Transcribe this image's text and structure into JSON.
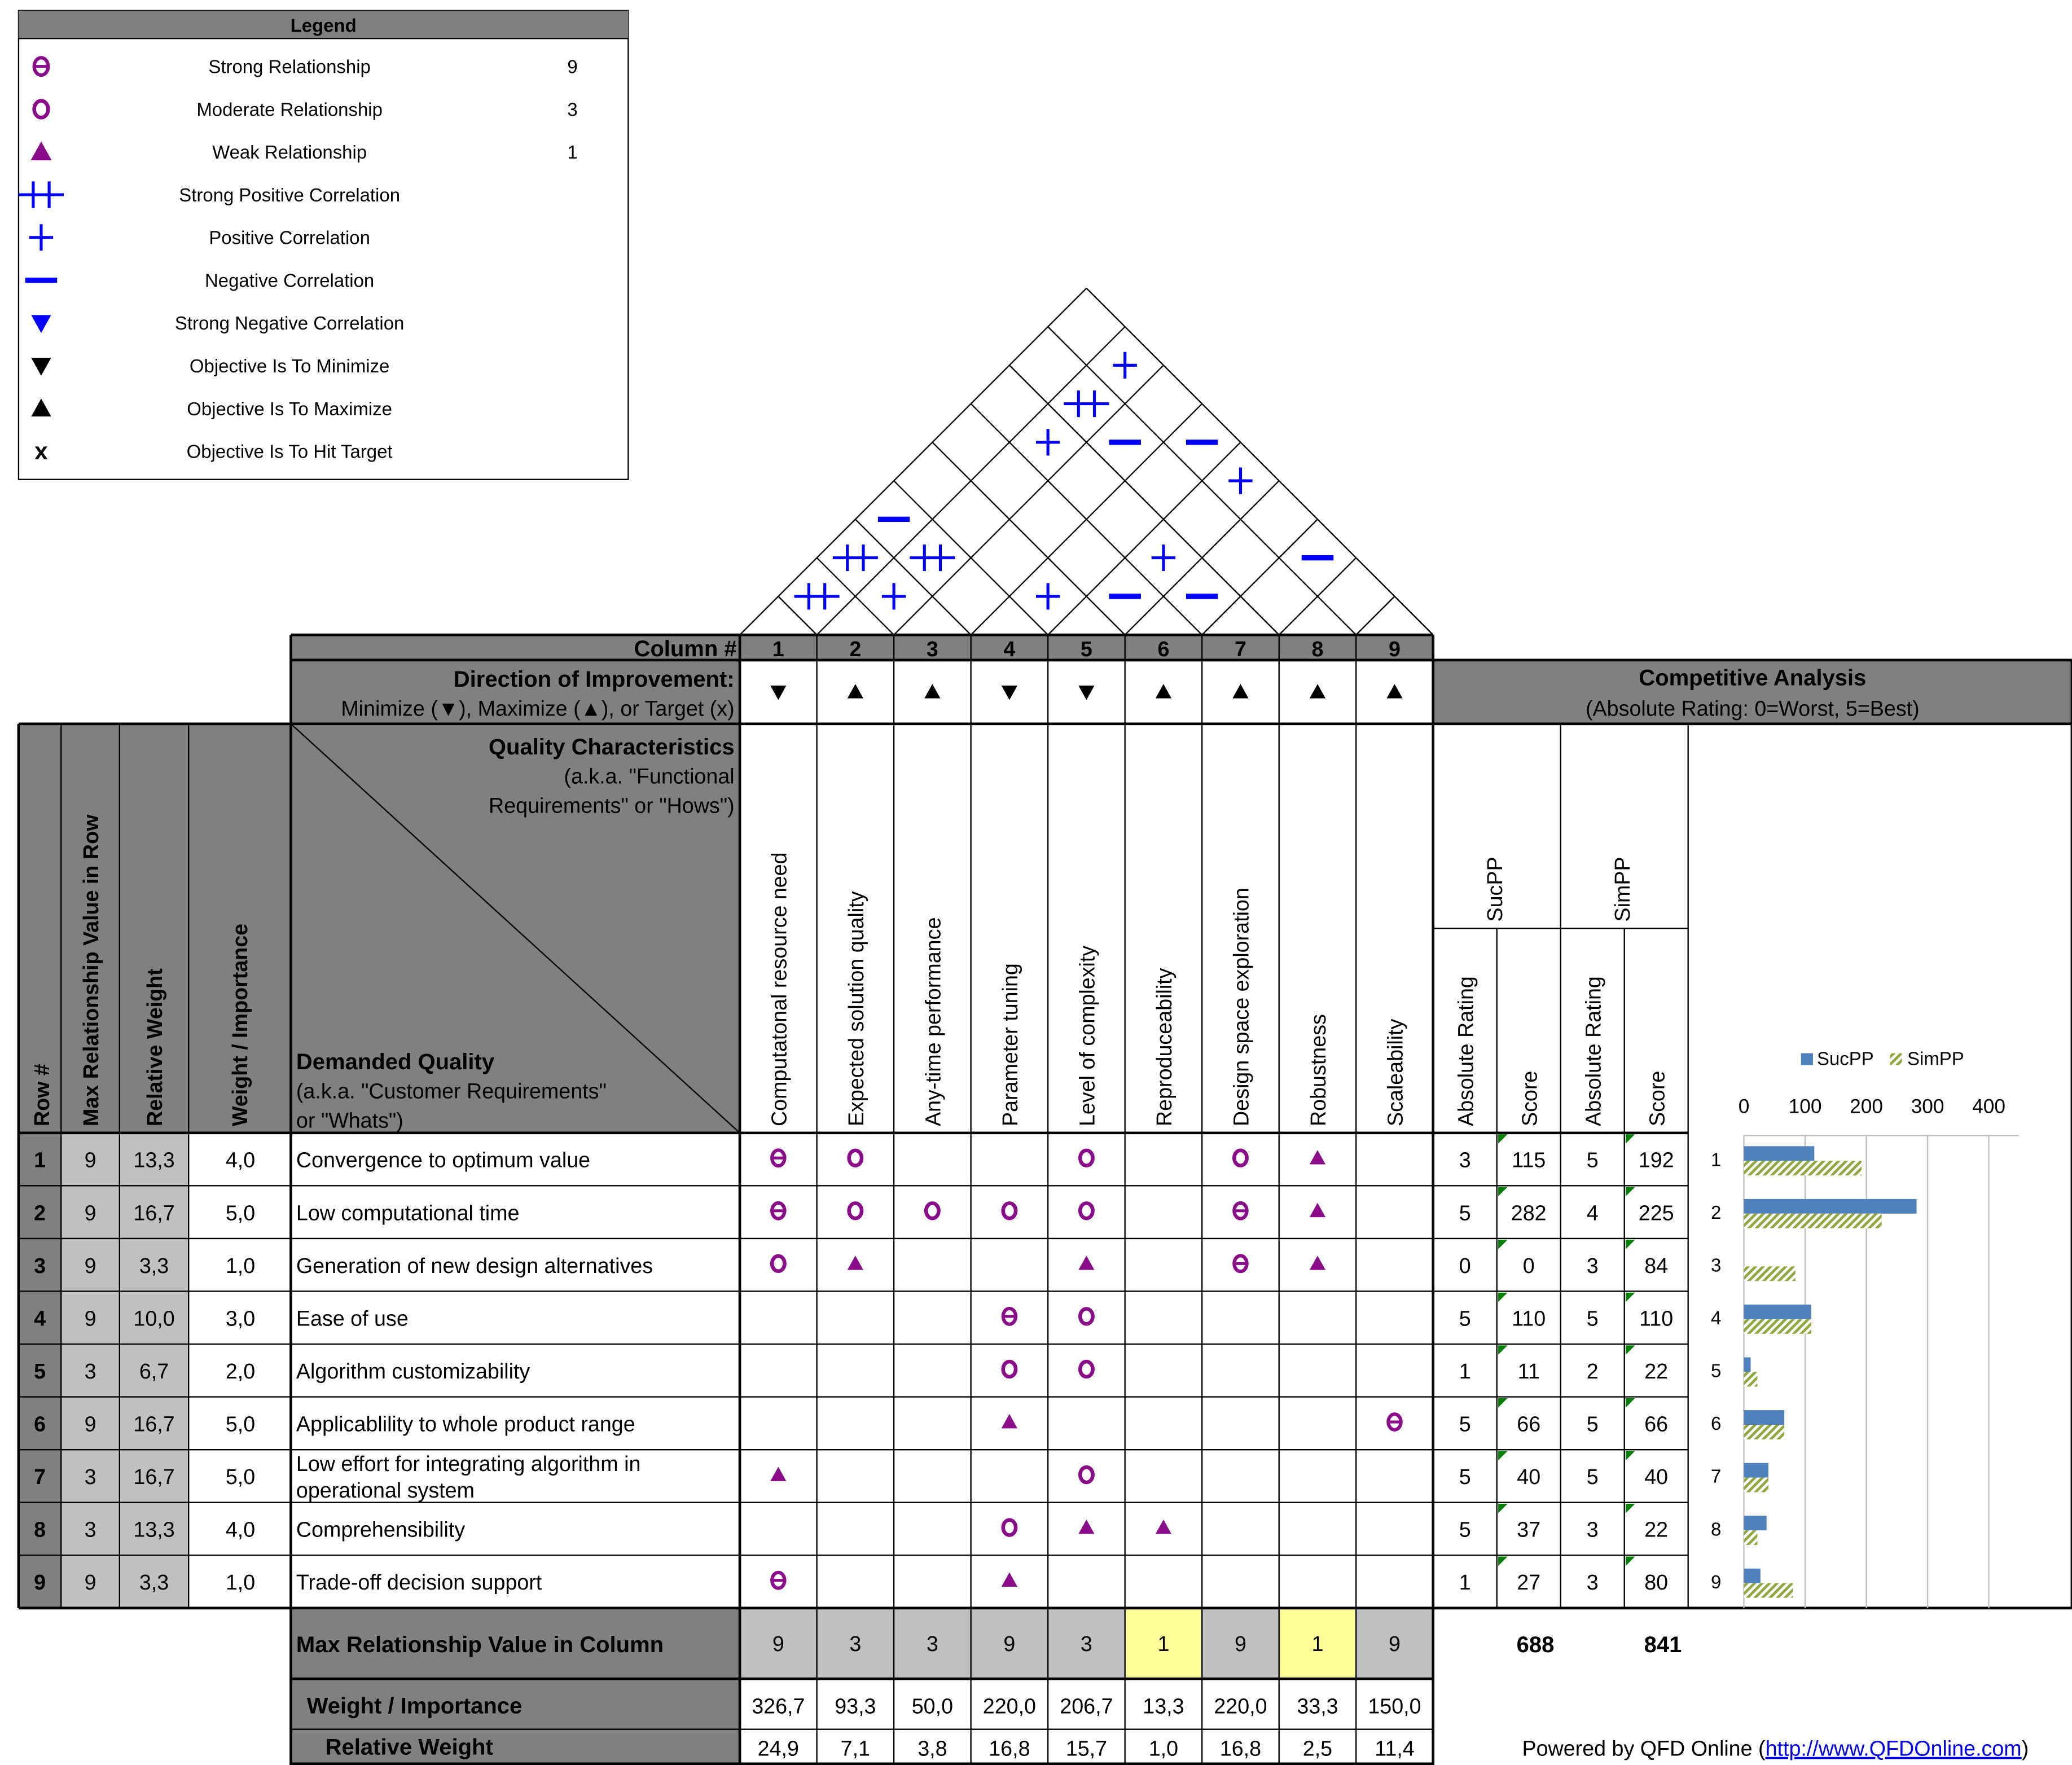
{
  "legend": {
    "title": "Legend",
    "items": [
      {
        "glyph": "Θ",
        "label": "Strong Relationship",
        "value": "9",
        "color": "#8b0c8b",
        "icon": "theta-icon"
      },
      {
        "glyph": "O",
        "label": "Moderate Relationship",
        "value": "3",
        "color": "#8b0c8b",
        "icon": "circle-icon"
      },
      {
        "glyph": "▲",
        "label": "Weak Relationship",
        "value": "1",
        "color": "#8b0c8b",
        "icon": "triangle-up-icon"
      },
      {
        "glyph": "++",
        "label": "Strong Positive Correlation",
        "value": "",
        "color": "#0000ff",
        "icon": "double-plus-icon"
      },
      {
        "glyph": "+",
        "label": "Positive Correlation",
        "value": "",
        "color": "#0000ff",
        "icon": "plus-icon"
      },
      {
        "glyph": "—",
        "label": "Negative Correlation",
        "value": "",
        "color": "#0000ff",
        "icon": "minus-icon"
      },
      {
        "glyph": "▼",
        "label": "Strong Negative Correlation",
        "value": "",
        "color": "#0000ff",
        "icon": "triangle-down-icon"
      },
      {
        "glyph": "▼",
        "label": "Objective Is To Minimize",
        "value": "",
        "color": "#000000",
        "icon": "triangle-down-icon"
      },
      {
        "glyph": "▲",
        "label": "Objective Is To Maximize",
        "value": "",
        "color": "#000000",
        "icon": "triangle-up-icon"
      },
      {
        "glyph": "x",
        "label": "Objective Is To Hit Target",
        "value": "",
        "color": "#000000",
        "icon": "x-icon"
      }
    ]
  },
  "roof": {
    "cells": [
      {
        "a": 1,
        "b": 2,
        "s": "++"
      },
      {
        "a": 2,
        "b": 3,
        "s": "+"
      },
      {
        "a": 4,
        "b": 5,
        "s": "+"
      },
      {
        "a": 5,
        "b": 6,
        "s": "-"
      },
      {
        "a": 6,
        "b": 7,
        "s": "-"
      },
      {
        "a": 1,
        "b": 3,
        "s": "++"
      },
      {
        "a": 2,
        "b": 4,
        "s": "++"
      },
      {
        "a": 5,
        "b": 7,
        "s": "+"
      },
      {
        "a": 7,
        "b": 9,
        "s": "-"
      },
      {
        "a": 1,
        "b": 4,
        "s": "-"
      },
      {
        "a": 5,
        "b": 9,
        "s": "+"
      },
      {
        "a": 4,
        "b": 9,
        "s": "-"
      },
      {
        "a": 2,
        "b": 7,
        "s": "+"
      },
      {
        "a": 2,
        "b": 8,
        "s": "++"
      },
      {
        "a": 3,
        "b": 8,
        "s": "-"
      },
      {
        "a": 2,
        "b": 9,
        "s": "+"
      }
    ]
  },
  "header": {
    "column_num_label": "Column #",
    "direction_label": "Direction of Improvement:",
    "direction_sub": "Minimize (▼), Maximize (▲), or Target (x)",
    "qc_title": "Quality Characteristics",
    "qc_sub1": "(a.k.a. \"Functional",
    "qc_sub2": "Requirements\" or \"Hows\")",
    "dq_title": "Demanded Quality",
    "dq_sub1": "(a.k.a. \"Customer Requirements\"",
    "dq_sub2": "or \"Whats\")",
    "row_hdr": [
      "Row #",
      "Max Relationship Value in Row",
      "Relative Weight",
      "Weight / Importance"
    ]
  },
  "columns": [
    {
      "num": "1",
      "dir": "▼",
      "name": "Computatonal resource need",
      "max": "9",
      "weight": "326,7",
      "rel": "24,9",
      "highlight": false
    },
    {
      "num": "2",
      "dir": "▲",
      "name": "Expected solution quality",
      "max": "3",
      "weight": "93,3",
      "rel": "7,1",
      "highlight": false
    },
    {
      "num": "3",
      "dir": "▲",
      "name": "Any-time performance",
      "max": "3",
      "weight": "50,0",
      "rel": "3,8",
      "highlight": false
    },
    {
      "num": "4",
      "dir": "▼",
      "name": "Parameter tuning",
      "max": "9",
      "weight": "220,0",
      "rel": "16,8",
      "highlight": false
    },
    {
      "num": "5",
      "dir": "▼",
      "name": "Level of complexity",
      "max": "3",
      "weight": "206,7",
      "rel": "15,7",
      "highlight": false
    },
    {
      "num": "6",
      "dir": "▲",
      "name": "Reproduceability",
      "max": "1",
      "weight": "13,3",
      "rel": "1,0",
      "highlight": true
    },
    {
      "num": "7",
      "dir": "▲",
      "name": "Design space exploration",
      "max": "9",
      "weight": "220,0",
      "rel": "16,8",
      "highlight": false
    },
    {
      "num": "8",
      "dir": "▲",
      "name": "Robustness",
      "max": "1",
      "weight": "33,3",
      "rel": "2,5",
      "highlight": true
    },
    {
      "num": "9",
      "dir": "▲",
      "name": "Scaleability",
      "max": "9",
      "weight": "150,0",
      "rel": "11,4",
      "highlight": false
    }
  ],
  "rows": [
    {
      "num": "1",
      "max": "9",
      "relw": "13,3",
      "weight": "4,0",
      "text": [
        "Convergence to optimum value"
      ],
      "rel": [
        "Θ",
        "O",
        "",
        "",
        "O",
        "",
        "O",
        "▲",
        ""
      ],
      "sucpp_rating": "3",
      "sucpp_score": "115",
      "simpp_rating": "5",
      "simpp_score": "192"
    },
    {
      "num": "2",
      "max": "9",
      "relw": "16,7",
      "weight": "5,0",
      "text": [
        "Low computational time"
      ],
      "rel": [
        "Θ",
        "O",
        "O",
        "O",
        "O",
        "",
        "Θ",
        "▲",
        ""
      ],
      "sucpp_rating": "5",
      "sucpp_score": "282",
      "simpp_rating": "4",
      "simpp_score": "225"
    },
    {
      "num": "3",
      "max": "9",
      "relw": "3,3",
      "weight": "1,0",
      "text": [
        "Generation of new design alternatives"
      ],
      "rel": [
        "O",
        "▲",
        "",
        "",
        "▲",
        "",
        "Θ",
        "▲",
        ""
      ],
      "sucpp_rating": "0",
      "sucpp_score": "0",
      "simpp_rating": "3",
      "simpp_score": "84"
    },
    {
      "num": "4",
      "max": "9",
      "relw": "10,0",
      "weight": "3,0",
      "text": [
        "Ease of use"
      ],
      "rel": [
        "",
        "",
        "",
        "Θ",
        "O",
        "",
        "",
        "",
        ""
      ],
      "sucpp_rating": "5",
      "sucpp_score": "110",
      "simpp_rating": "5",
      "simpp_score": "110"
    },
    {
      "num": "5",
      "max": "3",
      "relw": "6,7",
      "weight": "2,0",
      "text": [
        "Algorithm customizability"
      ],
      "rel": [
        "",
        "",
        "",
        "O",
        "O",
        "",
        "",
        "",
        ""
      ],
      "sucpp_rating": "1",
      "sucpp_score": "11",
      "simpp_rating": "2",
      "simpp_score": "22"
    },
    {
      "num": "6",
      "max": "9",
      "relw": "16,7",
      "weight": "5,0",
      "text": [
        "Applicablility to whole product range"
      ],
      "rel": [
        "",
        "",
        "",
        "▲",
        "",
        "",
        "",
        "",
        "Θ"
      ],
      "sucpp_rating": "5",
      "sucpp_score": "66",
      "simpp_rating": "5",
      "simpp_score": "66"
    },
    {
      "num": "7",
      "max": "3",
      "relw": "16,7",
      "weight": "5,0",
      "text": [
        "Low effort for integrating algorithm in",
        "operational system"
      ],
      "rel": [
        "▲",
        "",
        "",
        "",
        "O",
        "",
        "",
        "",
        ""
      ],
      "sucpp_rating": "5",
      "sucpp_score": "40",
      "simpp_rating": "5",
      "simpp_score": "40"
    },
    {
      "num": "8",
      "max": "3",
      "relw": "13,3",
      "weight": "4,0",
      "text": [
        "Comprehensibility"
      ],
      "rel": [
        "",
        "",
        "",
        "O",
        "▲",
        "▲",
        "",
        "",
        ""
      ],
      "sucpp_rating": "5",
      "sucpp_score": "37",
      "simpp_rating": "3",
      "simpp_score": "22"
    },
    {
      "num": "9",
      "max": "9",
      "relw": "3,3",
      "weight": "1,0",
      "text": [
        "Trade-off decision support"
      ],
      "rel": [
        "Θ",
        "",
        "",
        "▲",
        "",
        "",
        "",
        "",
        ""
      ],
      "sucpp_rating": "1",
      "sucpp_score": "27",
      "simpp_rating": "3",
      "simpp_score": "80"
    }
  ],
  "footer": {
    "max_label": "Max Relationship Value in Column",
    "weight_label": "Weight / Importance",
    "rel_label": "Relative Weight",
    "sucpp_total": "688",
    "simpp_total": "841",
    "powered": "Powered by QFD Online (",
    "link": "http://www.QFDOnline.com",
    "powered_end": ")"
  },
  "competitive": {
    "title": "Competitive Analysis",
    "subtitle": "(Absolute Rating: 0=Worst, 5=Best)",
    "competitors": [
      "SucPP",
      "SimPP"
    ],
    "sub_cols": [
      "Absolute Rating",
      "Score"
    ]
  },
  "colors": {
    "header_gray": "#808080",
    "light_gray": "#c0c0c0",
    "highlight": "#ffff99",
    "relationship": "#8b0c8b",
    "correlation": "#0000ff",
    "sucpp_bar": "#4f81bd",
    "simpp_bar": "#8ea83b"
  },
  "chart_data": {
    "type": "bar",
    "orientation": "horizontal",
    "categories": [
      "1",
      "2",
      "3",
      "4",
      "5",
      "6",
      "7",
      "8",
      "9"
    ],
    "series": [
      {
        "name": "SucPP",
        "values": [
          115,
          282,
          0,
          110,
          11,
          66,
          40,
          37,
          27
        ]
      },
      {
        "name": "SimPP",
        "values": [
          192,
          225,
          84,
          110,
          22,
          66,
          40,
          22,
          80
        ]
      }
    ],
    "xlim": [
      0,
      450
    ],
    "ticks": [
      "0",
      "100",
      "200",
      "300",
      "400"
    ],
    "legend_position": "top",
    "grid": true
  }
}
